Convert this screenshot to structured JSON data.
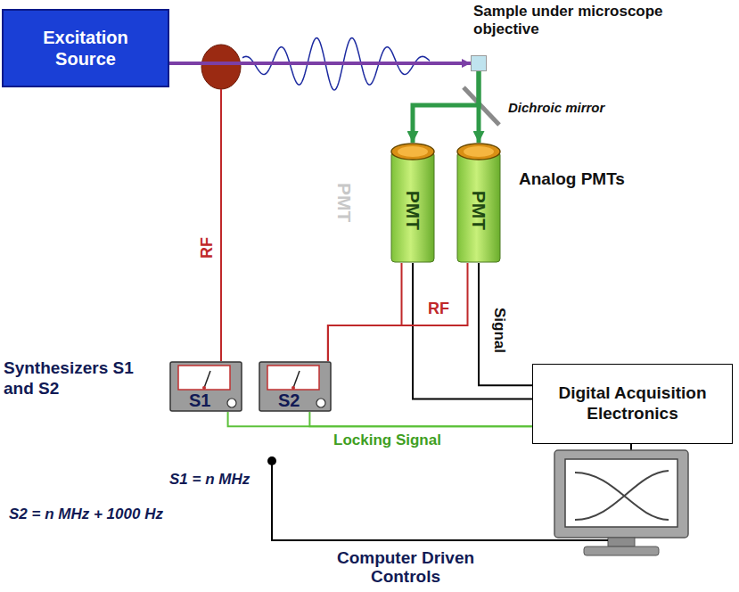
{
  "diagram": {
    "nodes": [
      {
        "text": [
          "Excitation Source"
        ]
      },
      {
        "text": [
          "Sample under microscope objective"
        ]
      },
      {
        "text": [
          "PMT"
        ]
      },
      {
        "text": [
          "PMT"
        ]
      },
      {
        "text": [
          "S1"
        ]
      },
      {
        "text": [
          "S2"
        ]
      },
      {
        "text": [
          "Digital Acquisition Electronics"
        ]
      }
    ],
    "edges": [
      {
        "from": 0,
        "to": 1,
        "arrow": "to"
      },
      {
        "from": 1,
        "to": 3,
        "arrow": "to"
      },
      {
        "from": 1,
        "to": 2,
        "arrow": "to"
      },
      {
        "from": 2,
        "to": 6,
        "arrow": "none"
      },
      {
        "from": 3,
        "to": 6,
        "arrow": "none"
      },
      {
        "from": 5,
        "to": 2,
        "arrow": "none"
      },
      {
        "from": 5,
        "to": 3,
        "label": "RF",
        "arrow": "none"
      },
      {
        "from": 4,
        "to": 6,
        "label": "Locking Signal",
        "arrow": "none"
      },
      {
        "from": 5,
        "to": 6,
        "arrow": "none"
      }
    ],
    "labels": [
      "Dichroic mirror",
      "PMT",
      "Analog PMTs",
      "RF",
      "Signal",
      "Synthesizers S1 and S2",
      "S1 = n MHz",
      "S2 = n MHz + 1000 Hz",
      "Computer Driven Controls"
    ]
  }
}
